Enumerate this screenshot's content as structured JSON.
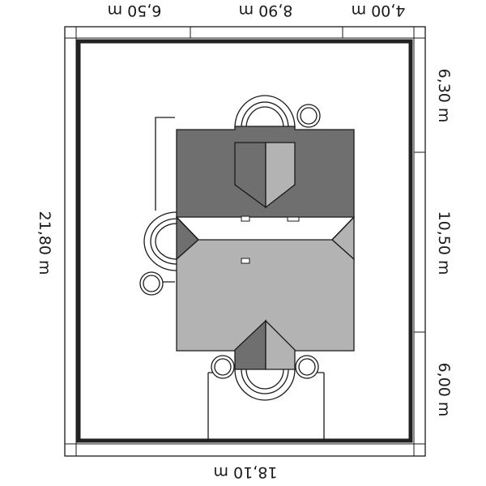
{
  "dimensions": {
    "top": [
      "6,50 m",
      "8,90 m",
      "4,00 m"
    ],
    "bottom": "18,10 m",
    "left": "21,80 m",
    "right": [
      "6,30 m",
      "10,50 m",
      "6,00 m"
    ]
  },
  "colors": {
    "roof_dark": "#6f6f6f",
    "roof_light": "#b3b3b3",
    "outline": "#1a1a1a",
    "plot_border": "#222222"
  }
}
